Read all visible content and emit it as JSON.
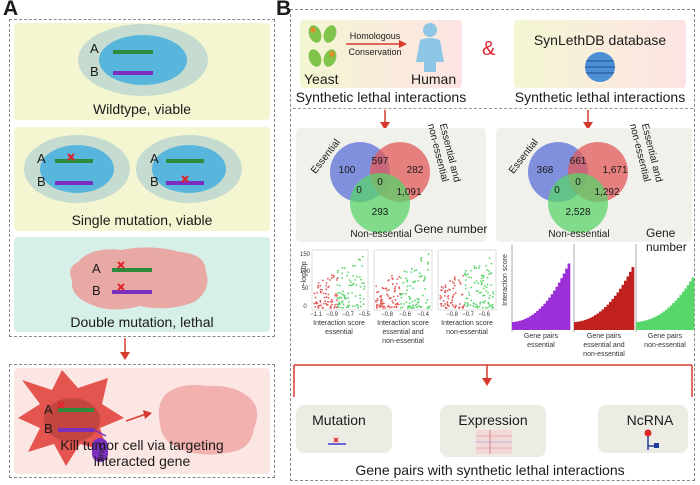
{
  "panel_a": {
    "letter": "A",
    "wildtype": {
      "label_a": "A",
      "label_b": "B",
      "caption": "Wildtype, viable"
    },
    "single": {
      "label_a1": "A",
      "label_b1": "B",
      "label_a2": "A",
      "label_b2": "B",
      "caption": "Single mutation, viable"
    },
    "double": {
      "label_a": "A",
      "label_b": "B",
      "caption": "Double mutation, lethal"
    },
    "kill": {
      "label_a": "A",
      "label_b": "B",
      "drug": "Drug",
      "caption_line1": "Kill tumor cell via targeting",
      "caption_line2": "interacted gene"
    }
  },
  "panel_b": {
    "letter": "B",
    "top": {
      "yeast": "Yeast",
      "human": "Human",
      "arrow_line1": "Homologous",
      "arrow_line2": "Conservation",
      "ampersand": "&",
      "db_title": "SynLethDB database",
      "left_caption": "Synthetic lethal interactions",
      "right_caption": "Synthetic lethal interactions"
    },
    "venn_left": {
      "set_essential": "Essential",
      "set_ess_non_line1": "Essential and",
      "set_ess_non_line2": "non-essential",
      "set_non": "Non-essential",
      "v_only_ess": "100",
      "v_ess_both": "597",
      "v_only_both": "282",
      "v_center": "0",
      "v_ess_non": "0",
      "v_both_non": "1,091",
      "v_only_non": "293"
    },
    "venn_right": {
      "set_essential": "Essential",
      "set_ess_non_line1": "Essential and",
      "set_ess_non_line2": "non-essential",
      "set_non": "Non-essential",
      "v_only_ess": "368",
      "v_ess_both": "661",
      "v_only_both": "1,671",
      "v_center": "0",
      "v_ess_non": "0",
      "v_both_non": "1,292",
      "v_only_non": "2,528"
    },
    "gene_number_left": "Gene number",
    "gene_number_right": "Gene number",
    "scatter": {
      "ylabel": "−log10p",
      "yticks": [
        "150",
        "100",
        "50",
        "0"
      ],
      "xticks1": [
        "−1.1",
        "−0.9",
        "−0.7",
        "−0.5"
      ],
      "xticks2": [
        "−0.8",
        "−0.6",
        "−0.4"
      ],
      "xticks3": [
        "−0.8",
        "−0.7",
        "−0.6"
      ],
      "cap1_l1": "Interaction score",
      "cap1_l2": "essential",
      "cap2_l1": "Interaction score",
      "cap2_l2": "essential and",
      "cap2_l3": "non-essential",
      "cap3_l1": "Interaction score",
      "cap3_l2": "non-essential"
    },
    "bars": {
      "ylabel": "Interaction score",
      "cap1_l1": "Gene pairs",
      "cap1_l2": "essential",
      "cap2_l1": "Gene pairs",
      "cap2_l2": "essential and",
      "cap2_l3": "non-essential",
      "cap3_l1": "Gene pairs",
      "cap3_l2": "non-essential"
    },
    "bottom": {
      "mutation": "Mutation",
      "expression": "Expression",
      "ncrna": "NcRNA",
      "caption": "Gene pairs with synthetic lethal interactions"
    }
  },
  "colors": {
    "green_gene": "#2e8b3d",
    "purple_gene": "#7b2fbf",
    "cell_blue": "#58b6dc",
    "mutation_red": "#e0242b",
    "arrow_red": "#d63a2f",
    "venn_blue": "#5a6fd8",
    "venn_red": "#e25a5a",
    "venn_green": "#5ad36a",
    "bar_purple": "#9b30d9",
    "bar_red": "#c0201e",
    "bar_green": "#57d66a"
  }
}
